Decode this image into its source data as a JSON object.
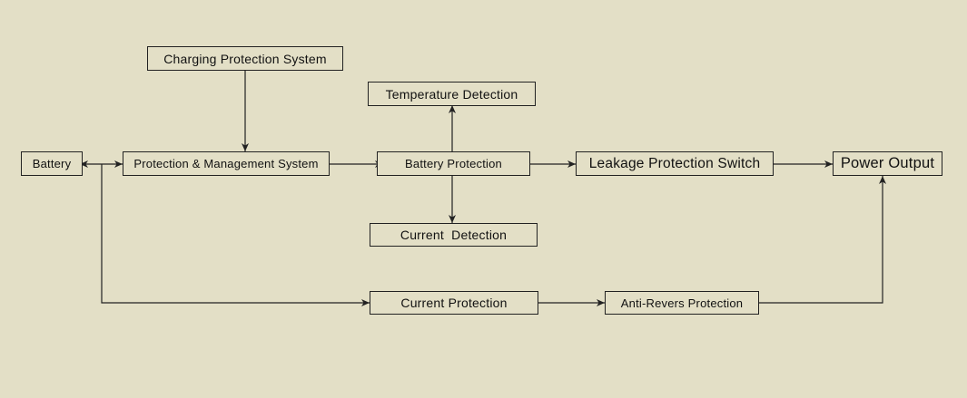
{
  "nodes": {
    "battery": "Battery",
    "charging_protection_system": "Charging Protection System",
    "protection_management_system": "Protection & Management System",
    "temperature_detection": "Temperature Detection",
    "battery_protection": "Battery Protection",
    "current_detection": "Current  Detection",
    "leakage_protection_switch": "Leakage Protection Switch",
    "power_output": "Power Output",
    "current_protection": "Current Protection",
    "anti_revers_protection": "Anti-Revers Protection"
  },
  "colors": {
    "background": "#e3dfc6",
    "line": "#222222",
    "text": "#111111"
  }
}
